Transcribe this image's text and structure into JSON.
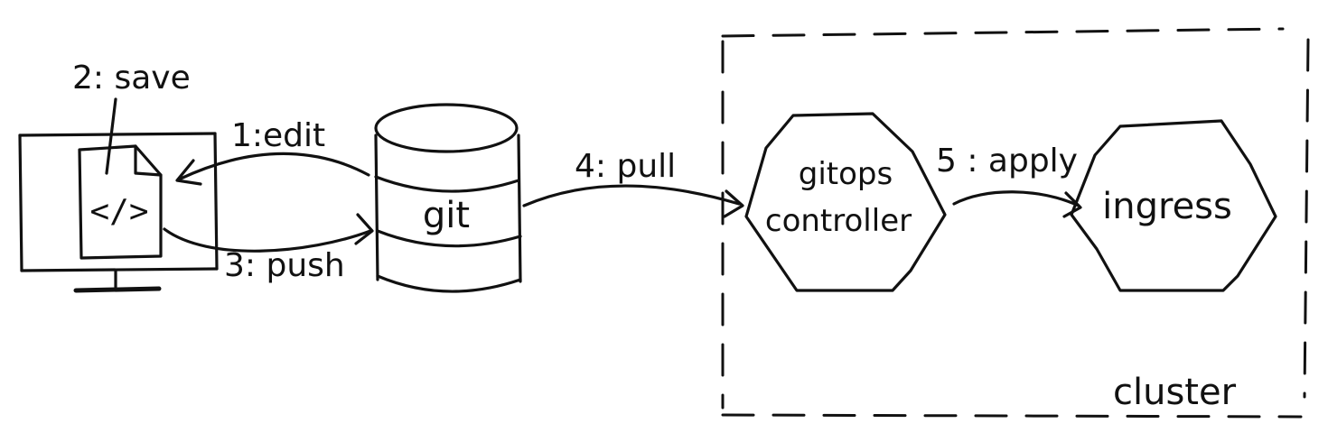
{
  "nodes": {
    "workstation": {
      "code_glyph": "</>"
    },
    "git": {
      "label": "git"
    },
    "gitops_controller": {
      "label_line1": "gitops",
      "label_line2": "controller"
    },
    "ingress": {
      "label": "ingress"
    },
    "cluster": {
      "label": "cluster"
    }
  },
  "edges": {
    "save": "2: save",
    "edit": "1:edit",
    "push": "3: push",
    "pull": "4: pull",
    "apply": "5 : apply"
  }
}
